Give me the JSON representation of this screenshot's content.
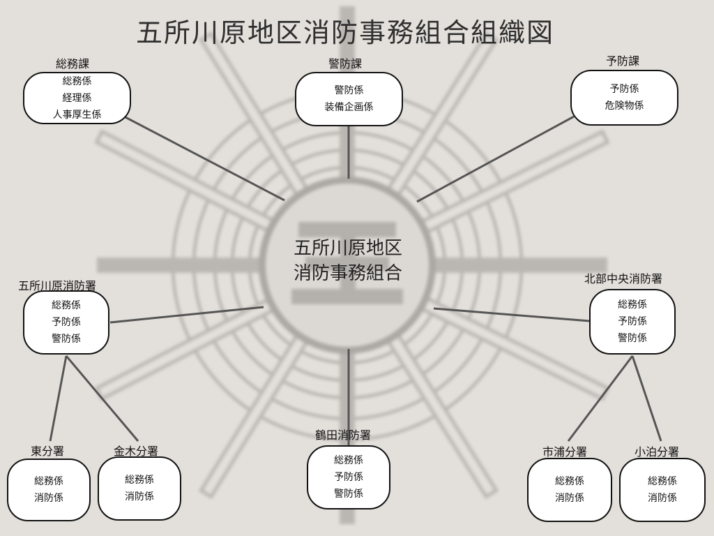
{
  "title": "五所川原地区消防事務組合組織図",
  "center": {
    "line1": "五所川原地区",
    "line2": "消防事務組合"
  },
  "depts": {
    "soumu": {
      "name": "総務課",
      "items": [
        "総務係",
        "経理係",
        "人事厚生係"
      ]
    },
    "keibou": {
      "name": "警防課",
      "items": [
        "警防係",
        "装備企画係"
      ]
    },
    "yobou": {
      "name": "予防課",
      "items": [
        "予防係",
        "危険物係"
      ]
    },
    "goshogawara": {
      "name": "五所川原消防署",
      "items": [
        "総務係",
        "予防係",
        "警防係"
      ]
    },
    "hokubu": {
      "name": "北部中央消防署",
      "items": [
        "総務係",
        "予防係",
        "警防係"
      ]
    },
    "tsuruta": {
      "name": "鶴田消防署",
      "items": [
        "総務係",
        "予防係",
        "警防係"
      ]
    },
    "higashi": {
      "name": "東分署",
      "items": [
        "総務係",
        "消防係"
      ]
    },
    "kanagi": {
      "name": "金木分署",
      "items": [
        "総務係",
        "消防係"
      ]
    },
    "ichiura": {
      "name": "市浦分署",
      "items": [
        "総務係",
        "消防係"
      ]
    },
    "kodomari": {
      "name": "小泊分署",
      "items": [
        "総務係",
        "消防係"
      ]
    }
  },
  "colors": {
    "background": "#e3e0db",
    "line": "#555555",
    "box": "#ffffff"
  }
}
